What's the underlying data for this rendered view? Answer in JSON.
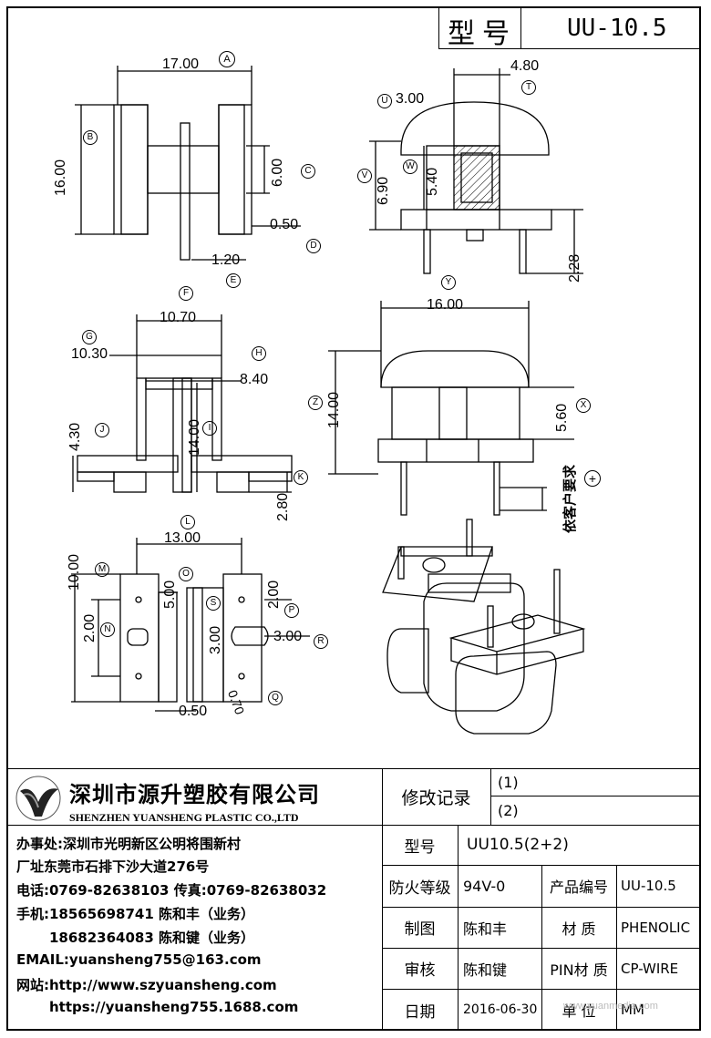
{
  "header": {
    "model_label": "型号",
    "model_value": "UU-10.5"
  },
  "drawing": {
    "dims": {
      "A": "17.00",
      "B": "16.00",
      "C": "6.00",
      "D": "0.50",
      "E": "1.20",
      "T": "4.80",
      "U": "3.00",
      "V": "6.90",
      "W": "5.40",
      "T2": "2.28",
      "F": "10.70",
      "G": "10.30",
      "H": "8.40",
      "J": "4.30",
      "I": "14.00",
      "K": "2.80",
      "Y": "16.00",
      "Z": "14.00",
      "X": "5.60",
      "L": "13.00",
      "M": "10.00",
      "N": "2.00",
      "O": "5.00",
      "S": "3.00",
      "P": "2.00",
      "R": "3.00",
      "Q": "0.70",
      "D2": "0.50"
    },
    "markers": {
      "A": "A",
      "B": "B",
      "C": "C",
      "D": "D",
      "E": "E",
      "F": "F",
      "G": "G",
      "H": "H",
      "I": "I",
      "J": "J",
      "K": "K",
      "L": "L",
      "M": "M",
      "N": "N",
      "O": "O",
      "P": "P",
      "Q": "Q",
      "R": "R",
      "S": "S",
      "T": "T",
      "U": "U",
      "V": "V",
      "W": "W",
      "X": "X",
      "Y": "Y",
      "Z": "Z",
      "plus": "+"
    },
    "customer_note": "依客户要求"
  },
  "company": {
    "name_cn": "深圳市源升塑胶有限公司",
    "name_en": "SHENZHEN YUANSHENG PLASTIC CO.,LTD",
    "office": "办事处:深圳市光明新区公明将围新村",
    "factory": "厂址东莞市石排下沙大道276号",
    "phone": "电话:0769-82638103 传真:0769-82638032",
    "mobile1": "手机:18565698741 陈和丰（业务）",
    "mobile2": "18682364083 陈和键（业务）",
    "email": "EMAIL:yuansheng755@163.com",
    "website1": "网站:http://www.szyuansheng.com",
    "website2": "https://yuansheng755.1688.com"
  },
  "title_block": {
    "revision_label": "修改记录",
    "rev1": "(1)",
    "rev2": "(2)",
    "model_label": "型号",
    "model_value": "UU10.5(2+2)",
    "fire_label": "防火等级",
    "fire_value": "94V-0",
    "product_no_label": "产品编号",
    "product_no_value": "UU-10.5",
    "drawn_label": "制图",
    "drawn_value": "陈和丰",
    "material_label": "材 质",
    "material_value": "PHENOLIC",
    "review_label": "审核",
    "review_value": "陈和键",
    "pin_label": "PIN材 质",
    "pin_value": "CP-WIRE",
    "date_label": "日期",
    "date_value": "2016-06-30",
    "unit_label": "单 位",
    "unit_value": "MM"
  },
  "watermark": "www.yuanmedia.com"
}
